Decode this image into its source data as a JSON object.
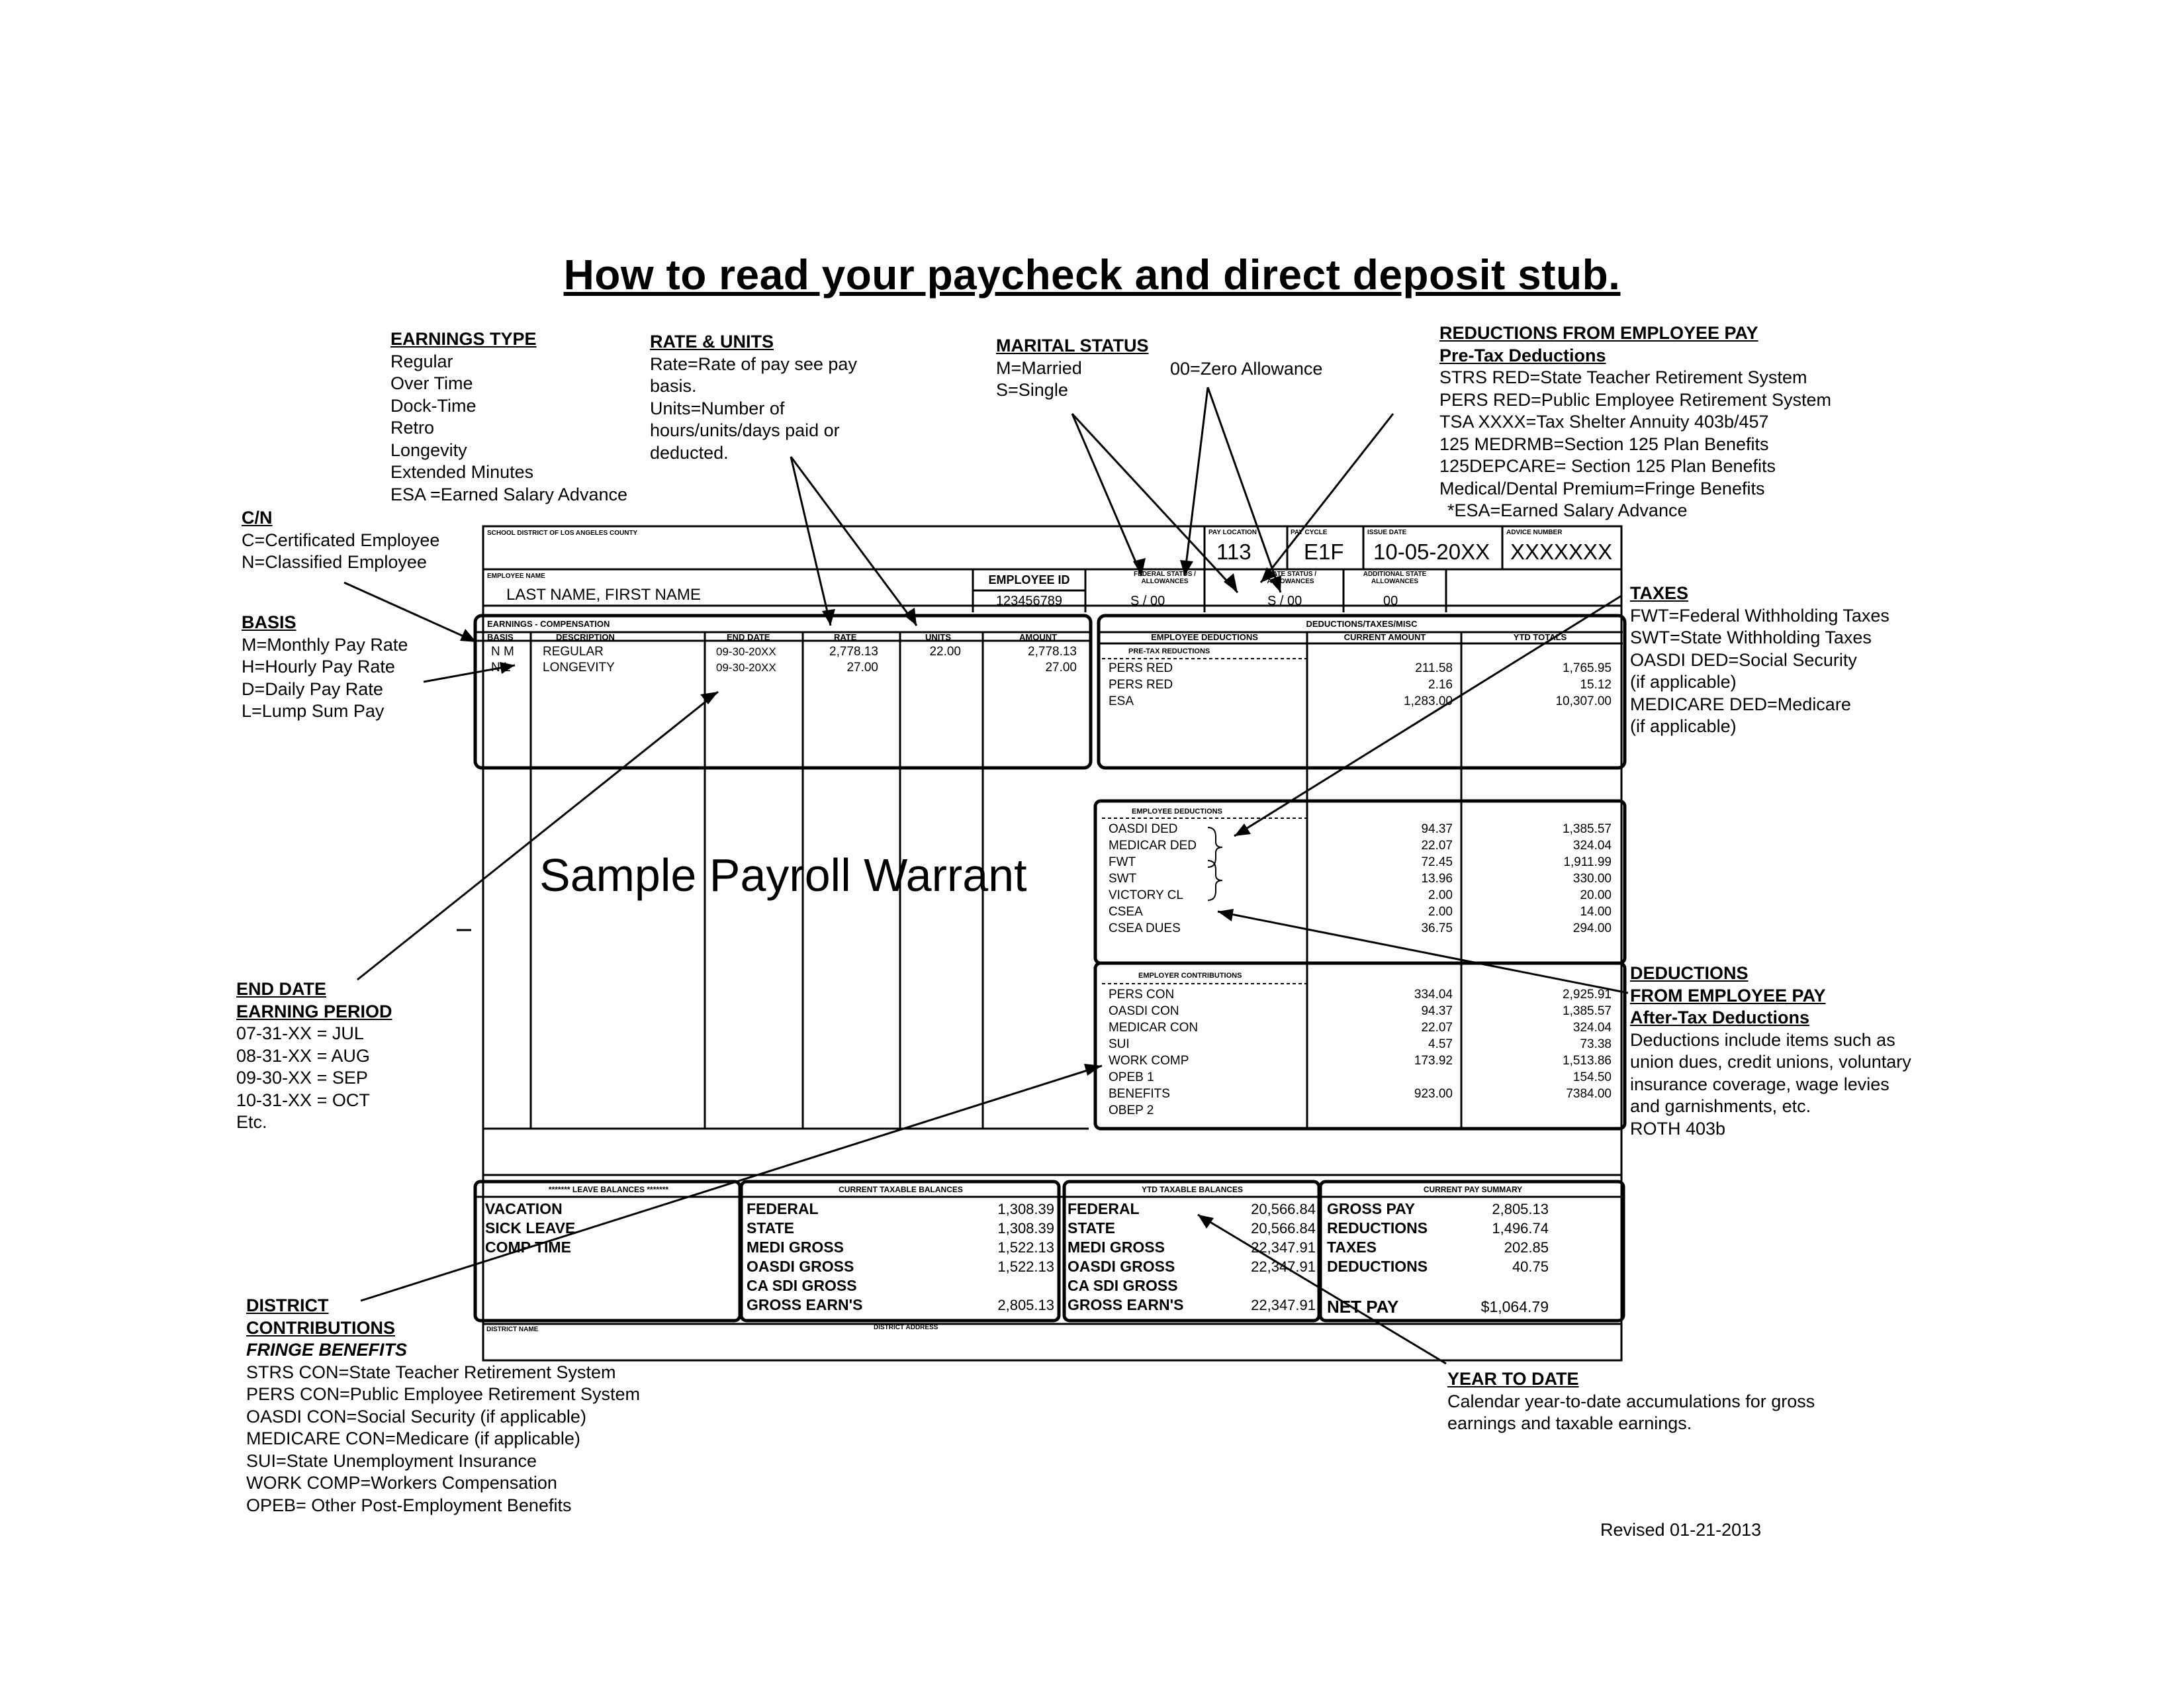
{
  "title": "How to read your paycheck and direct deposit stub.",
  "annotations": {
    "earnings_type": {
      "heading": "EARNINGS TYPE",
      "lines": [
        "Regular",
        "Over Time",
        "Dock-Time",
        "Retro",
        "Longevity",
        "Extended Minutes",
        "ESA =Earned Salary Advance"
      ]
    },
    "rate_units": {
      "heading": "RATE & UNITS",
      "lines": [
        "Rate=Rate of pay see pay",
        "basis.",
        "Units=Number of",
        "hours/units/days paid or",
        "deducted."
      ]
    },
    "marital_status": {
      "heading": "MARITAL STATUS",
      "married": "M=Married",
      "single": "S=Single",
      "zero": "00=Zero Allowance"
    },
    "reductions_pretax": {
      "heading": "REDUCTIONS FROM EMPLOYEE PAY",
      "subheading": "Pre-Tax Deductions",
      "lines": [
        "STRS RED=State Teacher Retirement System",
        "PERS RED=Public Employee Retirement System",
        "TSA XXXX=Tax Shelter Annuity 403b/457",
        "125 MEDRMB=Section 125 Plan Benefits",
        "125DEPCARE= Section 125 Plan Benefits",
        "Medical/Dental Premium=Fringe Benefits",
        "*ESA=Earned Salary Advance"
      ]
    },
    "cn": {
      "heading": "C/N",
      "lines": [
        "C=Certificated Employee",
        "N=Classified Employee"
      ]
    },
    "basis": {
      "heading": "BASIS",
      "lines": [
        "M=Monthly Pay Rate",
        "H=Hourly Pay Rate",
        "D=Daily Pay Rate",
        "L=Lump Sum Pay"
      ]
    },
    "taxes": {
      "heading": "TAXES",
      "lines": [
        "FWT=Federal Withholding Taxes",
        "SWT=State Withholding Taxes",
        "OASDI DED=Social Security",
        "(if applicable)",
        "MEDICARE DED=Medicare",
        "(if applicable)"
      ]
    },
    "end_date": {
      "heading1": "END DATE",
      "heading2": "EARNING PERIOD",
      "lines": [
        "07-31-XX = JUL",
        "08-31-XX = AUG",
        "09-30-XX = SEP",
        "10-31-XX = OCT",
        "Etc."
      ]
    },
    "deductions_aftertax": {
      "heading1": "DEDUCTIONS",
      "heading2": "FROM EMPLOYEE PAY",
      "subheading": "After-Tax Deductions",
      "lines": [
        "Deductions include items such as",
        "union dues, credit unions, voluntary",
        "insurance coverage, wage levies",
        "and garnishments, etc.",
        "ROTH 403b"
      ]
    },
    "district": {
      "heading1": "DISTRICT",
      "heading2": "CONTRIBUTIONS",
      "subheading": "FRINGE BENEFITS",
      "lines": [
        "STRS CON=State Teacher Retirement System",
        "PERS CON=Public Employee Retirement System",
        "OASDI CON=Social Security (if applicable)",
        "MEDICARE CON=Medicare (if applicable)",
        "SUI=State Unemployment Insurance",
        "WORK COMP=Workers Compensation",
        "OPEB= Other Post-Employment Benefits"
      ]
    },
    "ytd": {
      "heading": "YEAR TO DATE",
      "lines": [
        "Calendar year-to-date accumulations for gross",
        "earnings and taxable earnings."
      ]
    },
    "revised": "Revised 01-21-2013"
  },
  "stub": {
    "district_header": "SCHOOL DISTRICT OF LOS ANGELES COUNTY",
    "pay_location_label": "PAY LOCATION",
    "pay_location": "113",
    "pay_cycle_label": "PAY CYCLE",
    "pay_cycle": "E1F",
    "issue_date_label": "ISSUE DATE",
    "issue_date": "10-05-20XX",
    "advice_label": "ADVICE NUMBER",
    "advice": "XXXXXXX",
    "employee_name_label": "EMPLOYEE NAME",
    "employee_name": "LAST NAME, FIRST NAME",
    "employee_id_label": "EMPLOYEE ID",
    "employee_id": "123456789",
    "fed_status_label": "FEDERAL STATUS / ALLOWANCES",
    "fed_status": "S / 00",
    "state_status_label": "STATE STATUS / ALLOWANCES",
    "state_status": "S / 00",
    "add_state_label": "ADDITIONAL STATE ALLOWANCES",
    "add_state": "00",
    "earnings_header": "EARNINGS - COMPENSATION",
    "earnings_cols": [
      "BASIS",
      "DESCRIPTION",
      "END DATE",
      "RATE",
      "UNITS",
      "AMOUNT"
    ],
    "earnings_rows": [
      {
        "basis": "N M",
        "desc": "REGULAR",
        "end": "09-30-20XX",
        "rate": "2,778.13",
        "units": "22.00",
        "amount": "2,778.13"
      },
      {
        "basis": "N L",
        "desc": "LONGEVITY",
        "end": "09-30-20XX",
        "rate": "27.00",
        "units": "",
        "amount": "27.00"
      }
    ],
    "watermark": "Sample Payroll Warrant",
    "deductions_header": "DEDUCTIONS/TAXES/MISC",
    "deductions_cols": [
      "EMPLOYEE DEDUCTIONS",
      "CURRENT AMOUNT",
      "YTD TOTALS"
    ],
    "pretax_label": "PRE-TAX REDUCTIONS",
    "pretax_rows": [
      {
        "name": "PERS RED",
        "cur": "211.58",
        "ytd": "1,765.95"
      },
      {
        "name": "PERS RED",
        "cur": "2.16",
        "ytd": "15.12"
      },
      {
        "name": "ESA",
        "cur": "1,283.00",
        "ytd": "10,307.00"
      }
    ],
    "emp_ded_label": "EMPLOYEE DEDUCTIONS",
    "emp_ded_rows": [
      {
        "name": "OASDI DED",
        "cur": "94.37",
        "ytd": "1,385.57"
      },
      {
        "name": "MEDICAR DED",
        "cur": "22.07",
        "ytd": "324.04"
      },
      {
        "name": "FWT",
        "cur": "72.45",
        "ytd": "1,911.99"
      },
      {
        "name": "SWT",
        "cur": "13.96",
        "ytd": "330.00"
      },
      {
        "name": "VICTORY CL",
        "cur": "2.00",
        "ytd": "20.00"
      },
      {
        "name": "CSEA",
        "cur": "2.00",
        "ytd": "14.00"
      },
      {
        "name": "CSEA DUES",
        "cur": "36.75",
        "ytd": "294.00"
      }
    ],
    "employer_label": "EMPLOYER CONTRIBUTIONS",
    "employer_rows": [
      {
        "name": "PERS CON",
        "cur": "334.04",
        "ytd": "2,925.91"
      },
      {
        "name": "OASDI CON",
        "cur": "94.37",
        "ytd": "1,385.57"
      },
      {
        "name": "MEDICAR CON",
        "cur": "22.07",
        "ytd": "324.04"
      },
      {
        "name": "SUI",
        "cur": "4.57",
        "ytd": "73.38"
      },
      {
        "name": "WORK COMP",
        "cur": "173.92",
        "ytd": "1,513.86"
      },
      {
        "name": "OPEB 1",
        "cur": "",
        "ytd": "154.50"
      },
      {
        "name": "BENEFITS",
        "cur": "923.00",
        "ytd": "7384.00"
      },
      {
        "name": "OBEP 2",
        "cur": "",
        "ytd": ""
      }
    ],
    "leave_header": "******* LEAVE BALANCES *******",
    "leave_rows": [
      "VACATION",
      "SICK LEAVE",
      "COMP TIME"
    ],
    "ctb_header": "CURRENT TAXABLE BALANCES",
    "ctb_rows": [
      {
        "name": "FEDERAL",
        "val": "1,308.39"
      },
      {
        "name": "STATE",
        "val": "1,308.39"
      },
      {
        "name": "MEDI GROSS",
        "val": "1,522.13"
      },
      {
        "name": "OASDI GROSS",
        "val": "1,522.13"
      },
      {
        "name": "CA SDI GROSS",
        "val": ""
      },
      {
        "name": "GROSS EARN'S",
        "val": "2,805.13"
      }
    ],
    "ytd_header": "YTD TAXABLE BALANCES",
    "ytd_rows": [
      {
        "name": "FEDERAL",
        "val": "20,566.84"
      },
      {
        "name": "STATE",
        "val": "20,566.84"
      },
      {
        "name": "MEDI GROSS",
        "val": "22,347.91"
      },
      {
        "name": "OASDI GROSS",
        "val": "22,347.91"
      },
      {
        "name": "CA SDI GROSS",
        "val": ""
      },
      {
        "name": "GROSS EARN'S",
        "val": "22,347.91"
      }
    ],
    "cps_header": "CURRENT PAY SUMMARY",
    "cps_rows": [
      {
        "name": "GROSS PAY",
        "val": "2,805.13"
      },
      {
        "name": "REDUCTIONS",
        "val": "1,496.74"
      },
      {
        "name": "TAXES",
        "val": "202.85"
      },
      {
        "name": "DEDUCTIONS",
        "val": "40.75"
      }
    ],
    "net_pay_label": "NET PAY",
    "net_pay": "$1,064.79",
    "district_name_label": "DISTRICT NAME",
    "district_address_label": "DISTRICT ADDRESS"
  }
}
